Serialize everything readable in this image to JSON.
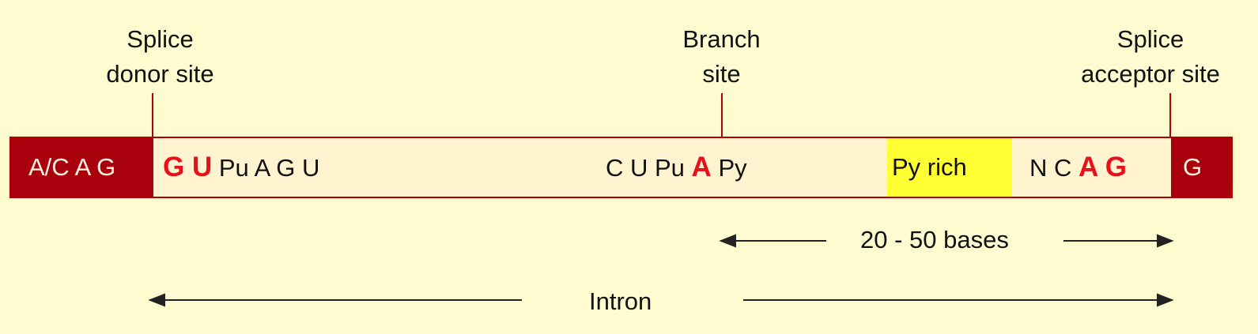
{
  "labels": {
    "donor": [
      "Splice",
      "donor site"
    ],
    "branch": [
      "Branch",
      "site"
    ],
    "acceptor": [
      "Splice",
      "acceptor site"
    ]
  },
  "sequence": {
    "exon5": "A/C A G",
    "donor_bold": "G U",
    "donor_rest": "Pu A G U",
    "branch_pre": "C U Pu",
    "branch_bold": "A",
    "branch_post": "Py",
    "py_rich": "Py rich",
    "acceptor_pre": "N C",
    "acceptor_bold": "A G",
    "exon3": "G"
  },
  "spans": {
    "branch_to_acceptor": "20 - 50 bases",
    "intron": "Intron"
  },
  "colors": {
    "background": "#fffbd0",
    "exon": "#a8000d",
    "highlight_red": "#e8101a",
    "py_rich": "#ffff33"
  }
}
